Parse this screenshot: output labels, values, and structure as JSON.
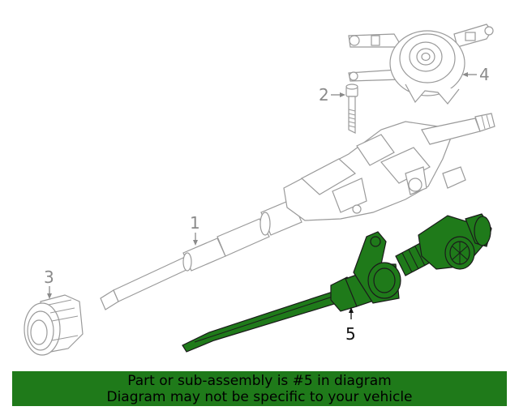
{
  "callouts": {
    "c1": "1",
    "c2": "2",
    "c3": "3",
    "c4": "4",
    "c5": "5"
  },
  "highlight_color": "#1f7a1a",
  "banner": {
    "line1": "Part or sub-assembly is #5 in diagram",
    "line2": "Diagram may not be specific to your vehicle",
    "background": "#1f7a1a"
  }
}
